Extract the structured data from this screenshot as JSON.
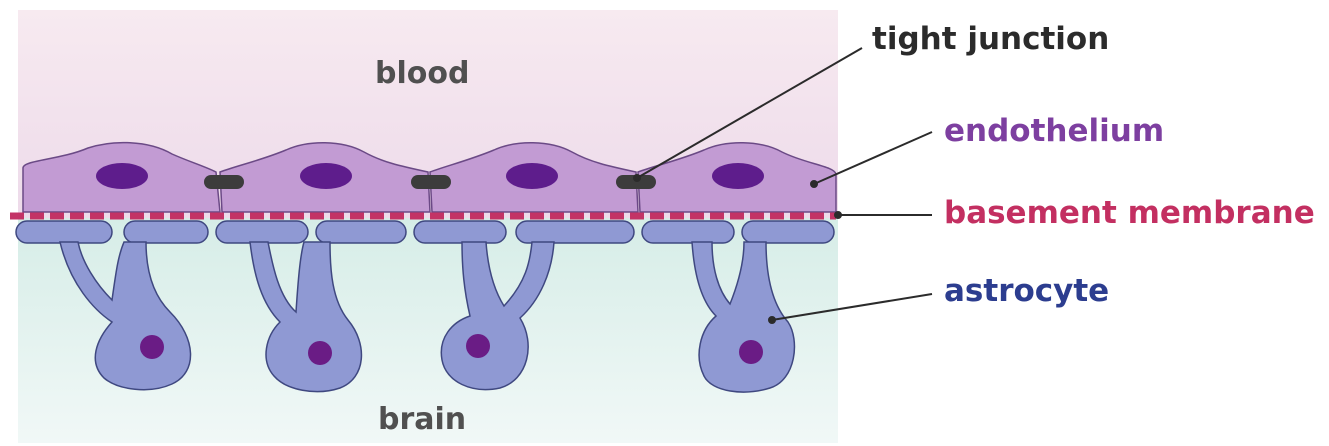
{
  "regions": {
    "top": "blood",
    "bottom": "brain"
  },
  "labels": {
    "tight_junction": "tight junction",
    "endothelium": "endothelium",
    "basement_membrane": "basement membrane",
    "astrocyte": "astrocyte"
  },
  "colors": {
    "blood_bg_top": "#f6e7ed",
    "blood_bg_bottom": "#eddaeb",
    "brain_bg_top": "#d9eee9",
    "brain_bg_bottom": "#eef7f6",
    "endothelium_fill": "#c29bd3",
    "endothelium_nucleus": "#5e1d8c",
    "junction": "#3c3c3c",
    "membrane": "#c33366",
    "astrocyte_fill": "#8f99d3",
    "astrocyte_nucleus": "#6a1c85",
    "region_text": "#505050",
    "tight_junction_text": "#2b2b2b",
    "endothelium_text": "#7d3fa0",
    "membrane_text": "#c32f61",
    "astrocyte_text": "#2c3d8f"
  }
}
